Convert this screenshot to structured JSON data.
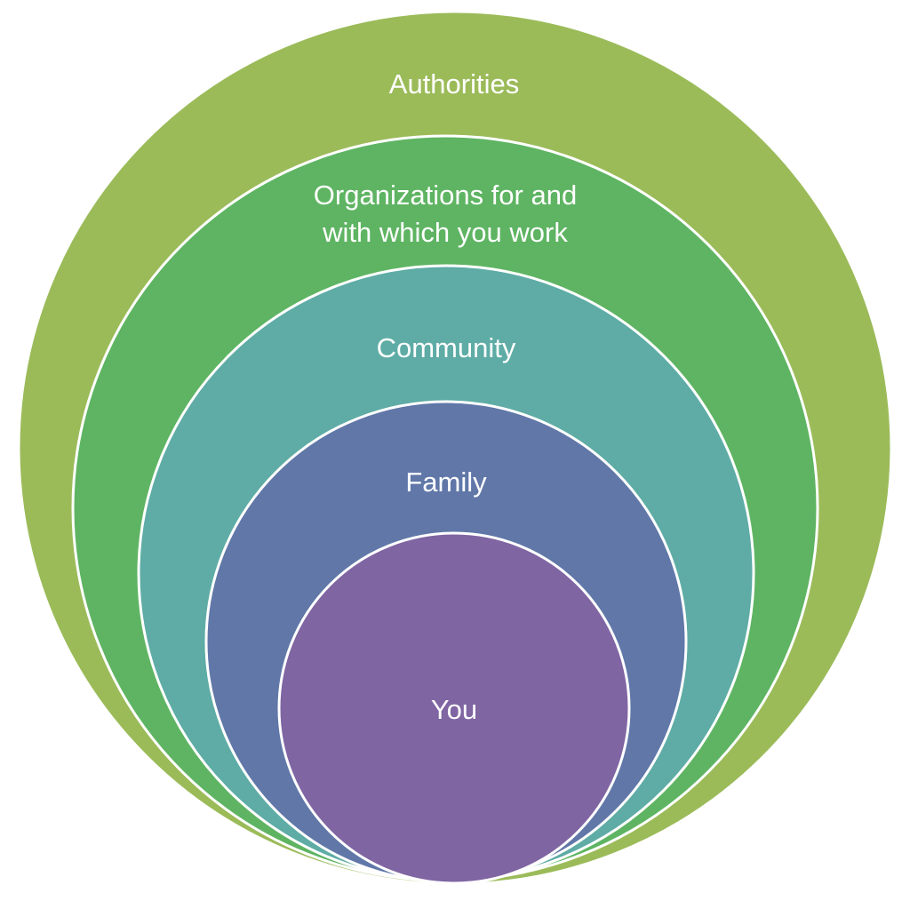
{
  "diagram": {
    "type": "nested-circles",
    "levels": [
      {
        "label": "Authorities",
        "color": "#9bbb59"
      },
      {
        "label": "Organizations for and",
        "label_line2": "with which you work",
        "color": "#5eb462"
      },
      {
        "label": "Community",
        "color": "#5eaca5"
      },
      {
        "label": "Family",
        "color": "#6077a8"
      },
      {
        "label": "You",
        "color": "#7f65a2"
      }
    ]
  }
}
